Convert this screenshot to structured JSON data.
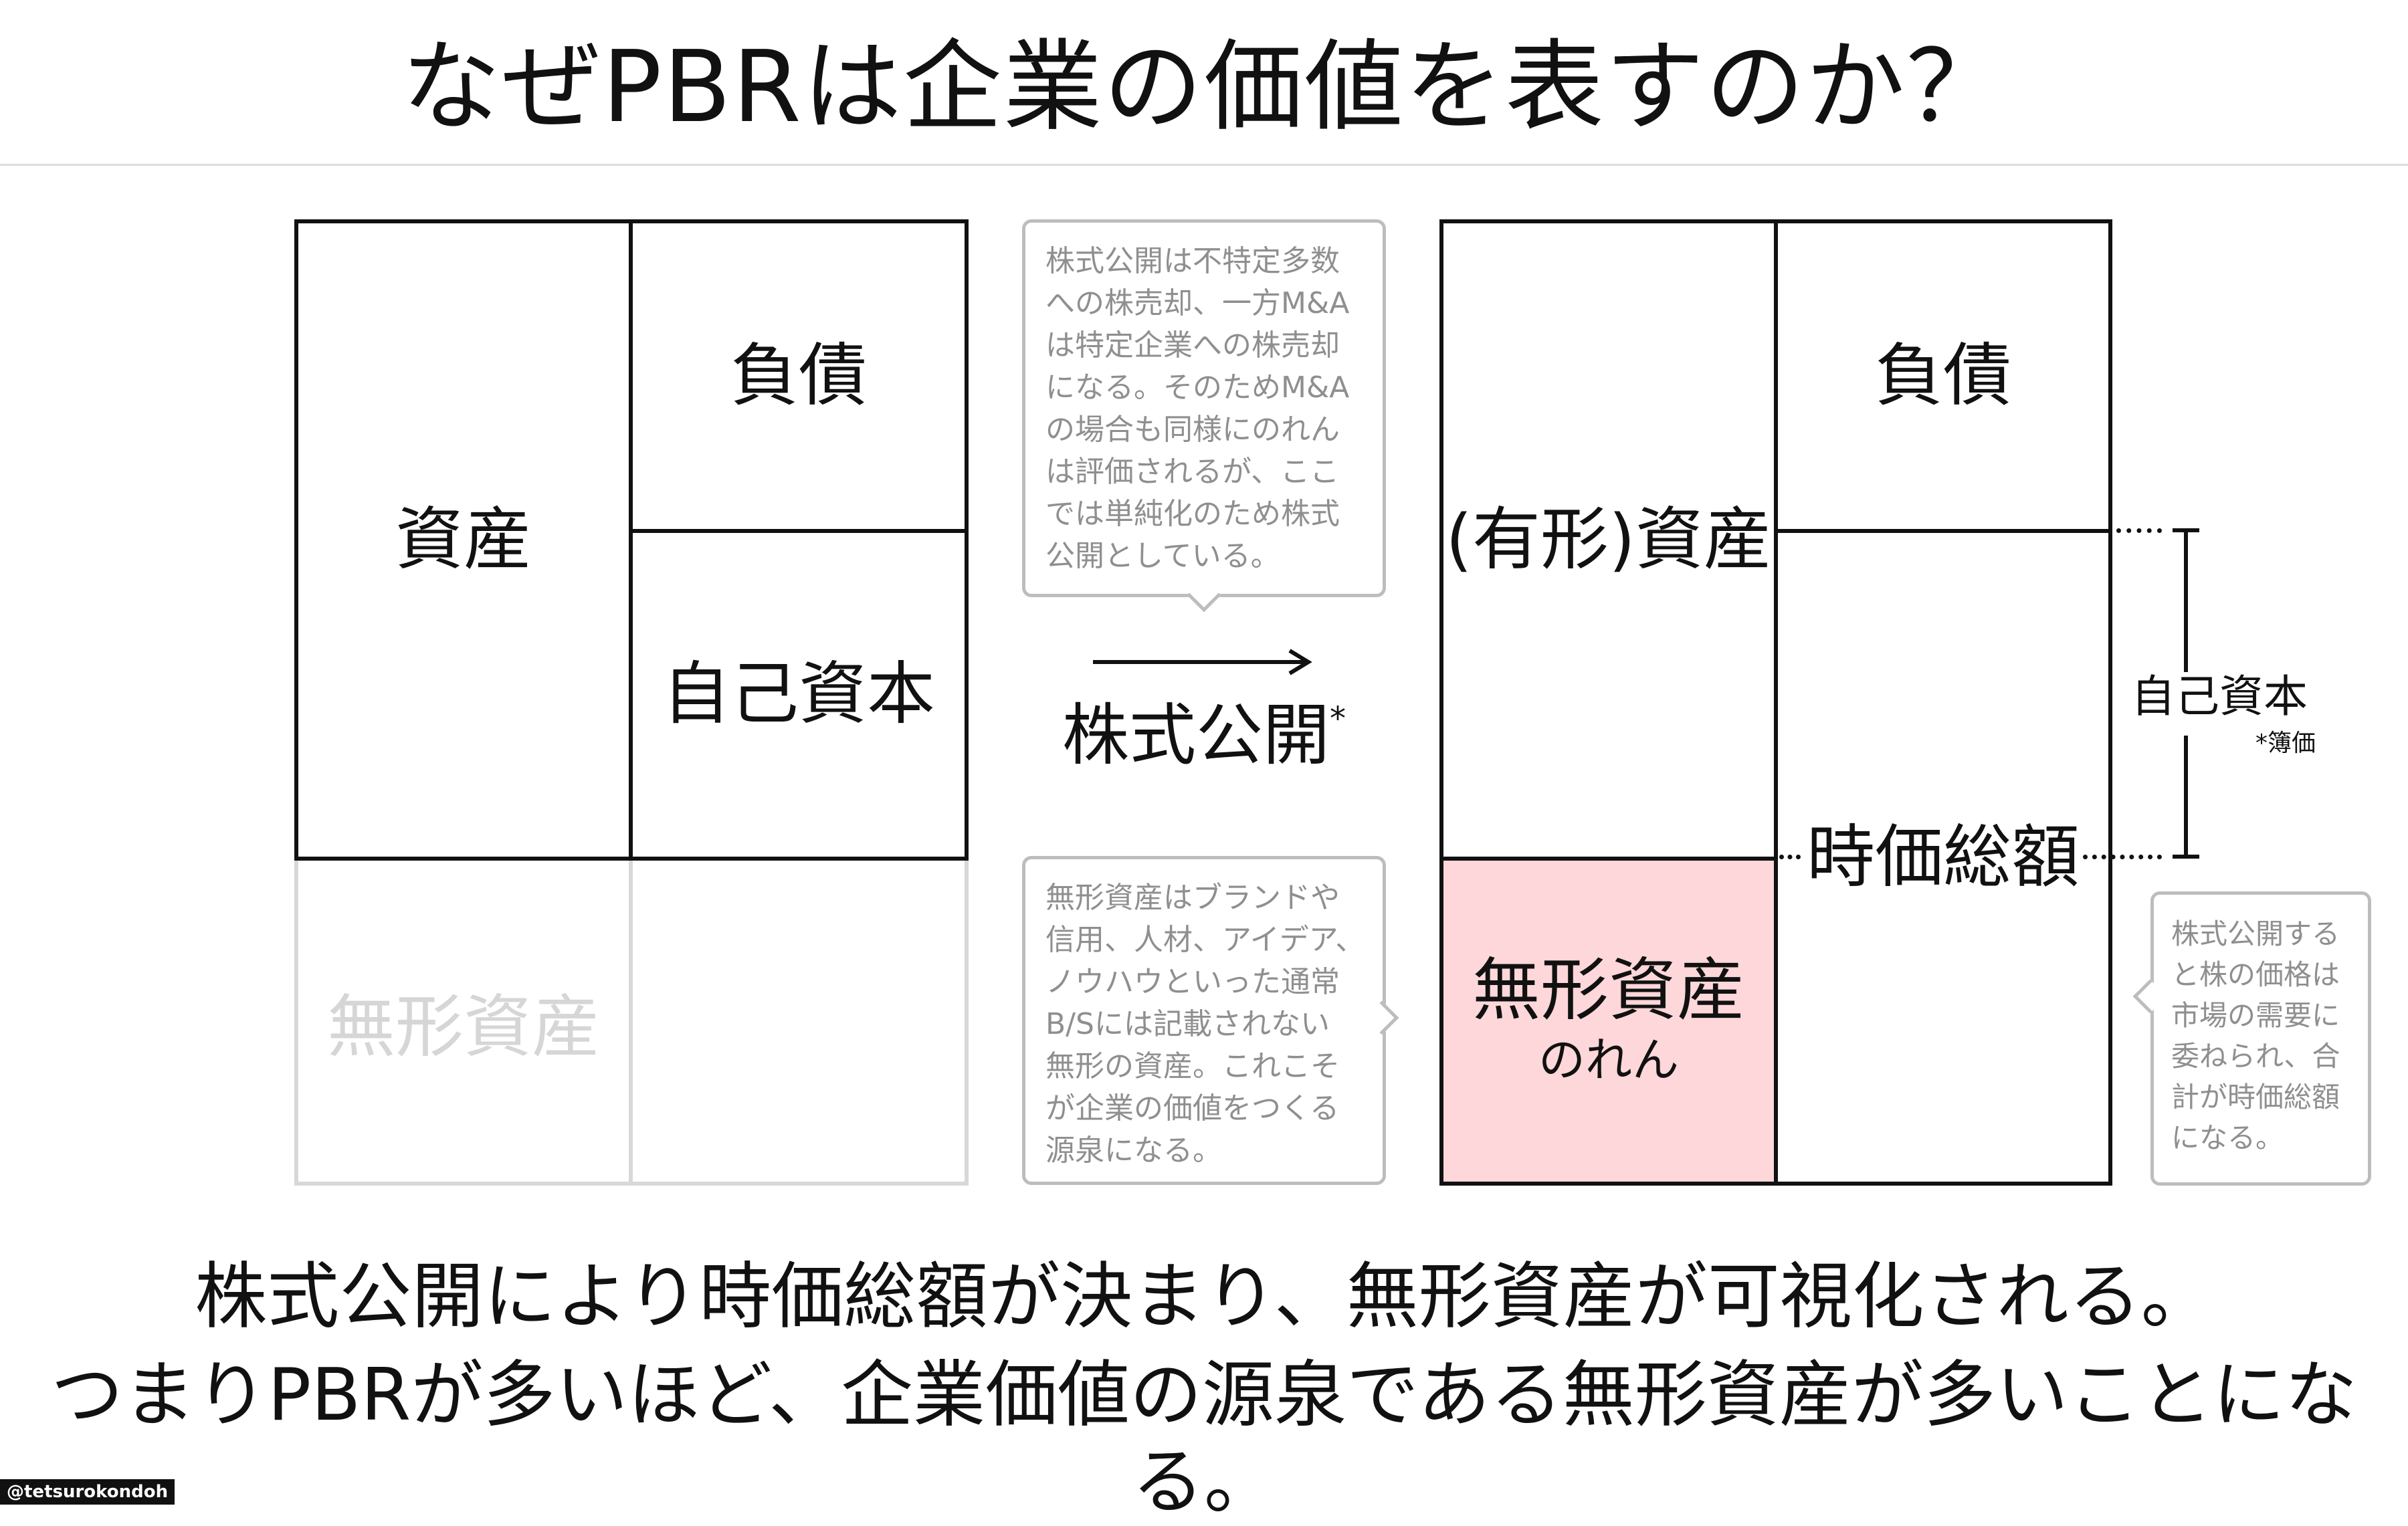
{
  "title": "なぜPBRは企業の価値を表すのか？",
  "left_bs": {
    "assets": "資産",
    "liabilities": "負債",
    "equity": "自己資本",
    "intangible": "無形資産"
  },
  "transition": {
    "label": "株式公開",
    "footnote_mark": "*"
  },
  "callout_top": {
    "lines": [
      "株式公開は不特定多数",
      "への株売却、一方M&A",
      "は特定企業への株売却",
      "になる。そのためM&A",
      "の場合も同様にのれん",
      "は評価されるが、ここ",
      "では単純化のため株式",
      "公開としている。"
    ]
  },
  "callout_bottom": {
    "lines": [
      "無形資産はブランドや",
      "信用、人材、アイデア、",
      "ノウハウといった通常",
      "B/Sには記載されない",
      "無形の資産。これこそ",
      "が企業の価値をつくる",
      "源泉になる。"
    ]
  },
  "right_bs": {
    "tangible_assets": "(有形)資産",
    "liabilities": "負債",
    "market_cap": "時価総額",
    "intangible": "無形資産",
    "goodwill": "のれん",
    "highlight_color": "#fdd7d9"
  },
  "equity_bracket": {
    "label": "自己資本",
    "note": "*簿価"
  },
  "callout_right": {
    "lines": [
      "株式公開する",
      "と株の価格は",
      "市場の需要に",
      "委ねられ、合",
      "計が時価総額",
      "になる。"
    ]
  },
  "conclusion": {
    "line1": "株式公開により時価総額が決まり、無形資産が可視化される。",
    "line2": "つまりPBRが多いほど、企業価値の源泉である無形資産が多いことになる。"
  },
  "watermark": "@tetsurokondoh"
}
